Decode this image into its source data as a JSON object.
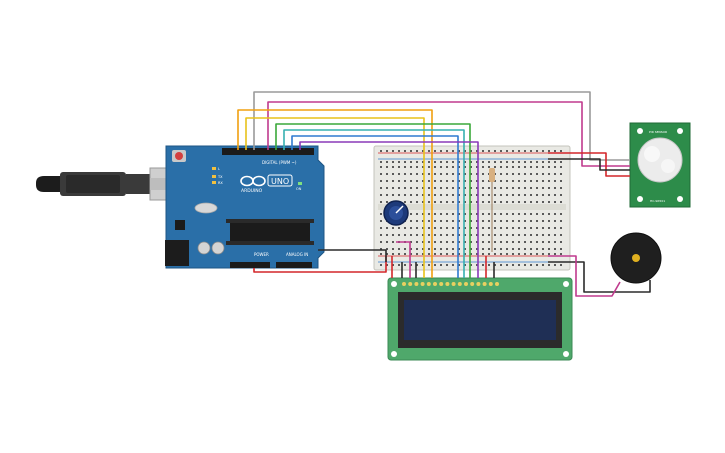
{
  "board": {
    "brand": "ARDUINO",
    "model": "UNO",
    "digital_label": "DIGITAL (PWM ~)",
    "power_label": "POWER",
    "analog_label": "ANALOG IN",
    "tx_label": "TX",
    "rx_label": "RX",
    "led_label": "L",
    "on_label": "ON"
  },
  "pir_sensor": {
    "top_label": "PIR SENSOR",
    "bottom_label": "HC-SR501"
  },
  "colors": {
    "board_blue": "#2a6fa8",
    "breadboard": "#e9e9e4",
    "lcd_pcb": "#4fa86b",
    "lcd_screen": "#1f2f55",
    "pir_pcb": "#2d8c4a",
    "wire_red": "#d4262a",
    "wire_black": "#2b2b2b",
    "wire_orange": "#f0a010",
    "wire_yellow": "#e8c21a",
    "wire_green": "#3aa83a",
    "wire_teal": "#36b0b0",
    "wire_blue": "#2f7ad0",
    "wire_purple": "#8a3ab8",
    "wire_magenta": "#c03a8e",
    "wire_gray": "#9a9a9a"
  }
}
